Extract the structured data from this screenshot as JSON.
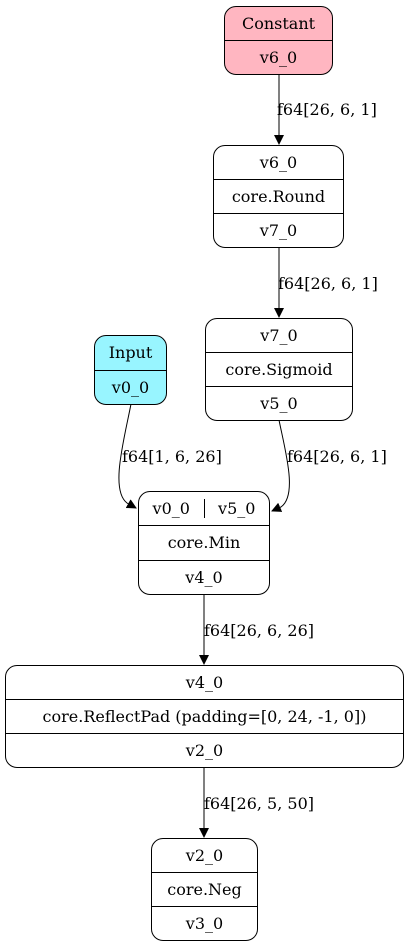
{
  "nodes": {
    "constant": {
      "title": "Constant",
      "output": "v6_0",
      "fill": "#ffb6c1"
    },
    "round": {
      "input": "v6_0",
      "op": "core.Round",
      "output": "v7_0"
    },
    "input": {
      "title": "Input",
      "output": "v0_0",
      "fill": "#98f5ff"
    },
    "sigmoid": {
      "input": "v7_0",
      "op": "core.Sigmoid",
      "output": "v5_0"
    },
    "min": {
      "input_a": "v0_0",
      "input_b": "v5_0",
      "op": "core.Min",
      "output": "v4_0"
    },
    "reflectpad": {
      "input": "v4_0",
      "op": "core.ReflectPad (padding=[0, 24, -1, 0])",
      "output": "v2_0"
    },
    "neg": {
      "input": "v2_0",
      "op": "core.Neg",
      "output": "v3_0"
    }
  },
  "edges": {
    "constant_to_round": "f64[26, 6, 1]",
    "round_to_sigmoid": "f64[26, 6, 1]",
    "input_to_min": "f64[1, 6, 26]",
    "sigmoid_to_min": "f64[26, 6, 1]",
    "min_to_reflectpad": "f64[26, 6, 26]",
    "reflectpad_to_neg": "f64[26, 5, 50]"
  }
}
